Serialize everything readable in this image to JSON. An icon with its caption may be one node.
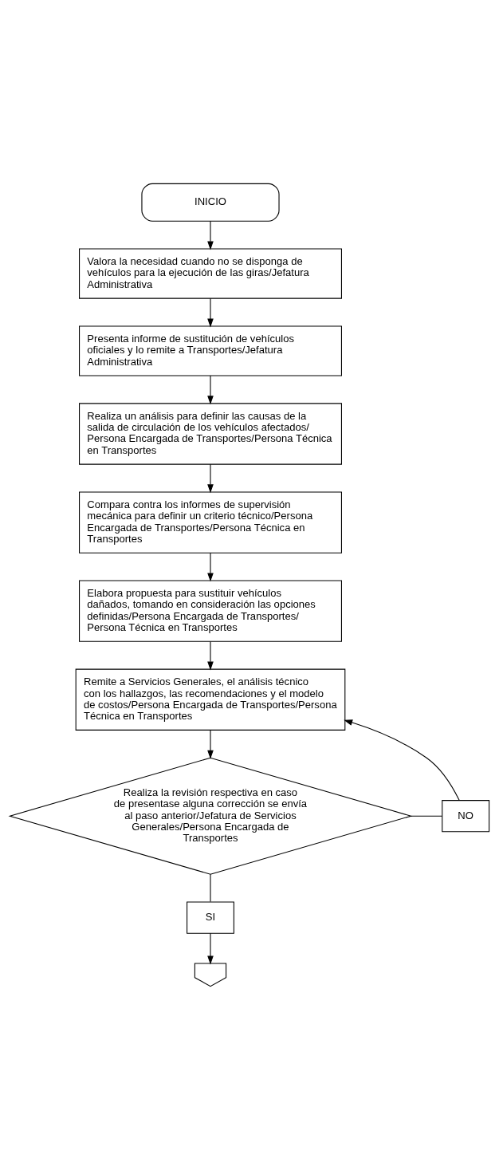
{
  "diagram": {
    "nodes": [
      {
        "text": [
          "INICIO"
        ]
      },
      {
        "text": [
          "Valora la necesidad cuando no se disponga de vehículos para la ejecución de las giras/Jefatura Administrativa"
        ]
      },
      {
        "text": [
          "Presenta informe de sustitución de vehículos oficiales y lo remite a Transportes/Jefatura Administrativa"
        ]
      },
      {
        "text": [
          "Realiza un análisis para definir las causas de la salida de circulación de los vehículos afectados/ Persona Encargada de Transportes/Persona Técnica en Transportes"
        ]
      },
      {
        "text": [
          "Compara contra los informes de supervisión mecánica para definir un criterio técnico/Persona Encargada de Transportes/Persona Técnica en Transportes"
        ]
      },
      {
        "text": [
          "Elabora propuesta para sustituir vehículos dañados, tomando en consideración las opciones definidas/Persona Encargada de Transportes/ Persona Técnica en Transportes"
        ]
      },
      {
        "text": [
          "Remite a Servicios Generales, el análisis técnico con los hallazgos, las recomendaciones y el modelo de costos/Persona Encargada de Transportes/Persona Técnica en Transportes"
        ]
      },
      {
        "text": [
          "Realiza la revisión respectiva en caso de presentase alguna corrección se envía al paso anterior/Jefatura de Servicios Generales/Persona Encargada de Transportes"
        ]
      },
      {
        "text": [
          "NO"
        ]
      },
      {
        "text": [
          "SI"
        ]
      },
      {
        "text": [],
        "shape": "pentagon"
      }
    ],
    "edges": [
      {
        "from": 0,
        "to": 1,
        "arrow": "to"
      },
      {
        "from": 1,
        "to": 2,
        "arrow": "to"
      },
      {
        "from": 2,
        "to": 3,
        "arrow": "to"
      },
      {
        "from": 3,
        "to": 4,
        "arrow": "to"
      },
      {
        "from": 4,
        "to": 5,
        "arrow": "to"
      },
      {
        "from": 5,
        "to": 6,
        "arrow": "to"
      },
      {
        "from": 6,
        "to": 7,
        "arrow": "to"
      },
      {
        "from": 7,
        "to": 8,
        "arrow": "none"
      },
      {
        "from": 8,
        "to": 6,
        "arrow": "to"
      },
      {
        "from": 7,
        "to": 9,
        "arrow": "none"
      },
      {
        "from": 9,
        "to": 10,
        "arrow": "to"
      }
    ]
  }
}
